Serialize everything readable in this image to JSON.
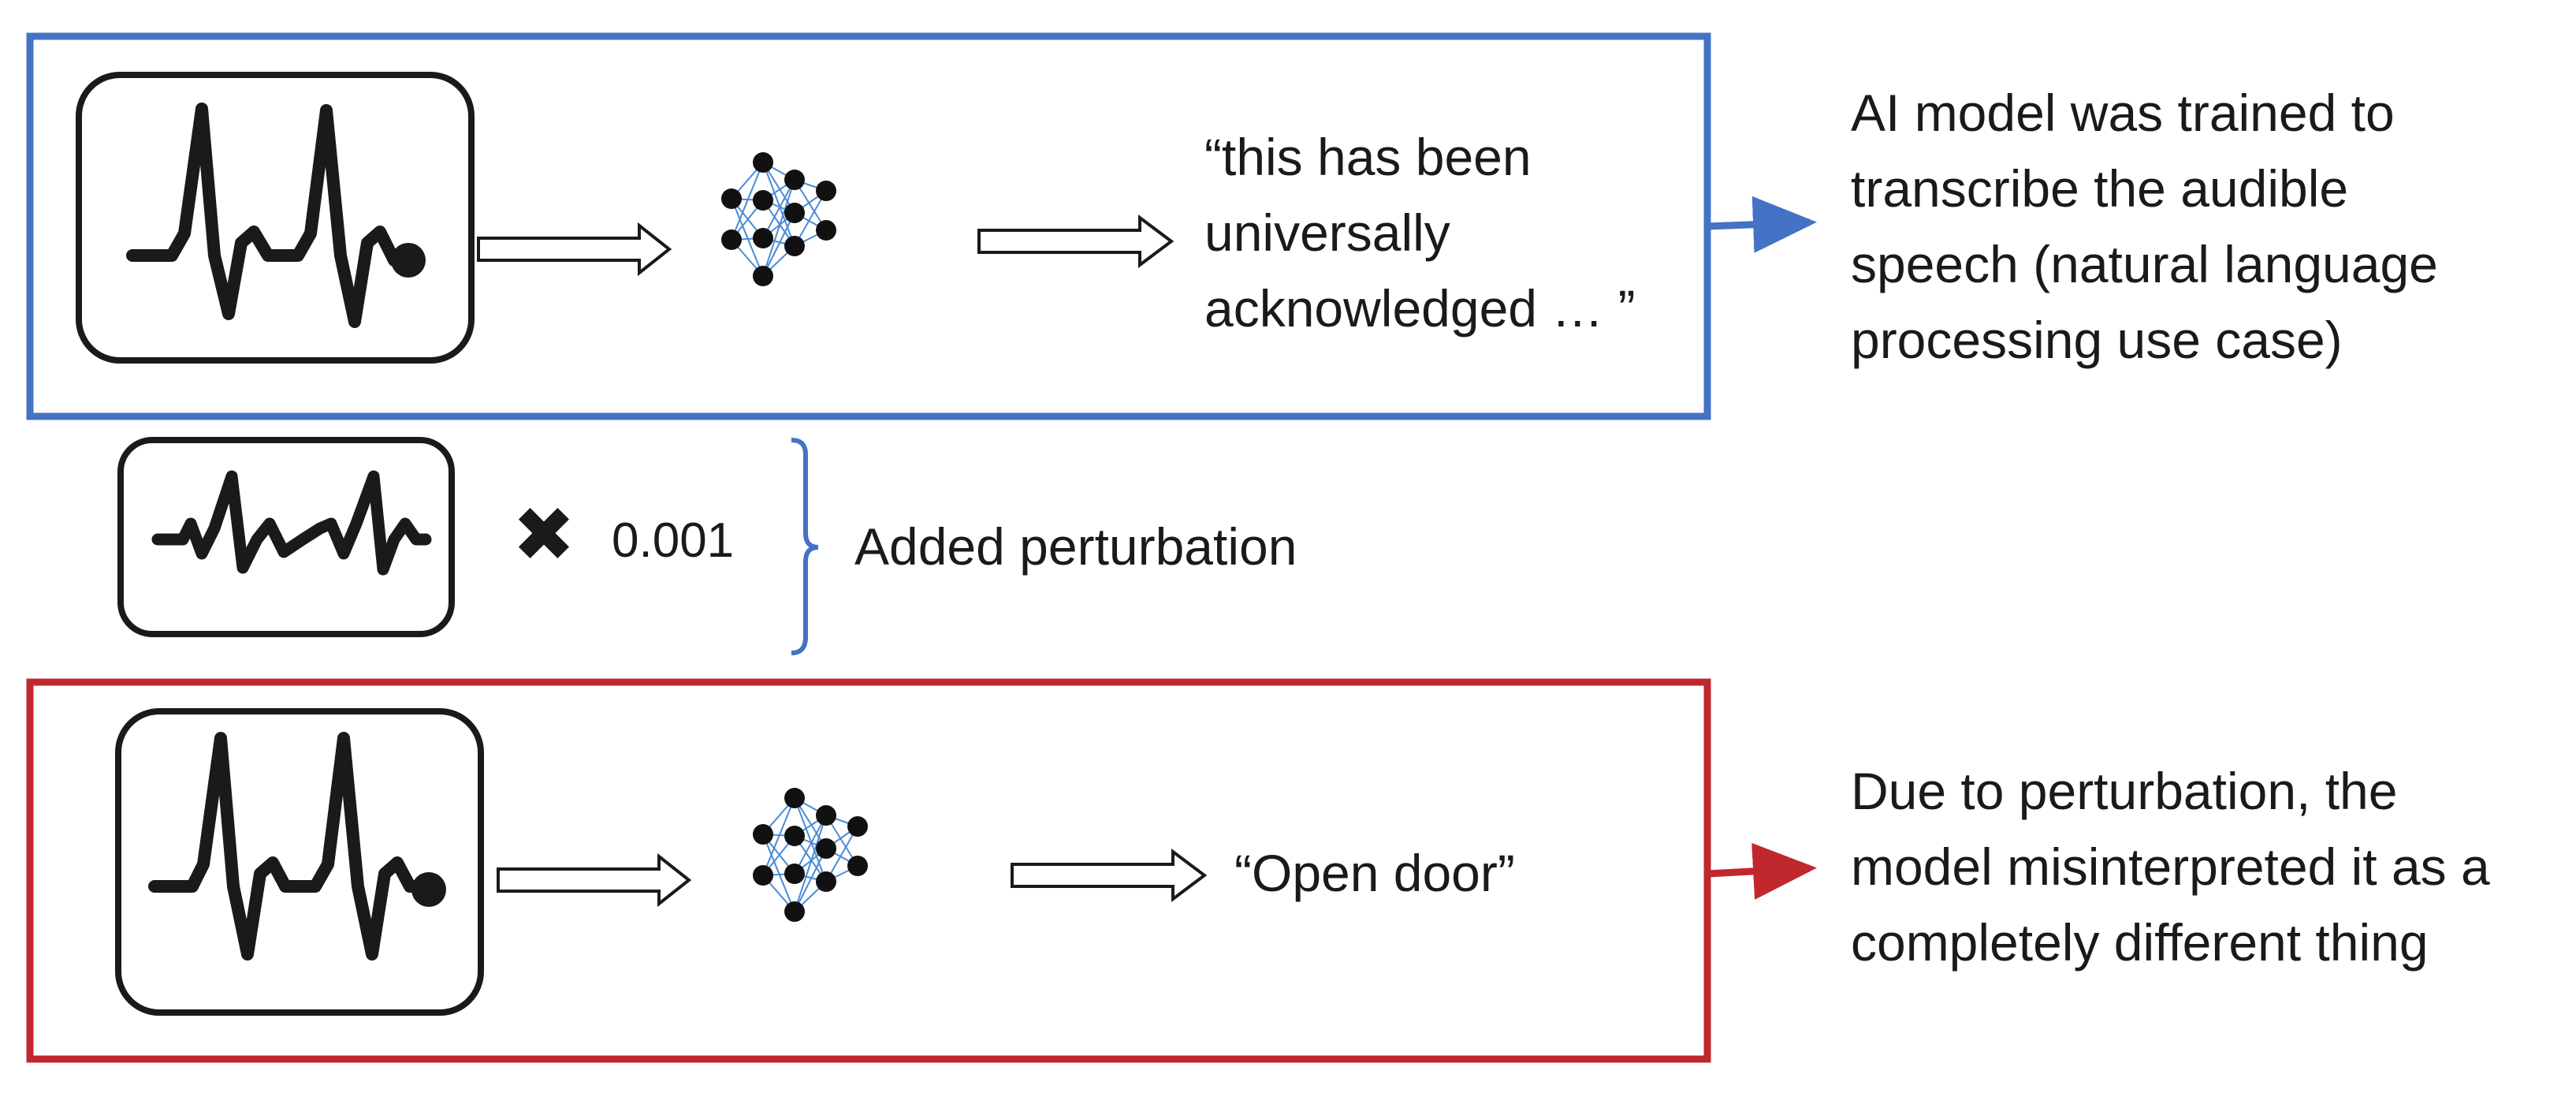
{
  "top_row": {
    "output_lines": [
      "“this has been",
      "universally",
      "acknowledged … ”"
    ],
    "caption_lines": [
      "AI model was trained to",
      "transcribe the audible",
      "speech (natural language",
      "processing use case)"
    ],
    "box_color": "#4472c4"
  },
  "perturbation_row": {
    "multiply_symbol": "✖",
    "scale_factor": "0.001",
    "label": "Added perturbation",
    "bracket_color": "#4472c4"
  },
  "bottom_row": {
    "output_text": "“Open door”",
    "caption_lines": [
      "Due to perturbation, the",
      "model misinterpreted it as a",
      "completely different thing"
    ],
    "box_color": "#c0282d"
  },
  "icons": {
    "audio_input": "heartbeat-waveform-icon",
    "noise": "noise-waveform-icon",
    "model": "neural-network-icon",
    "flow_arrow": "hollow-arrow-icon"
  }
}
